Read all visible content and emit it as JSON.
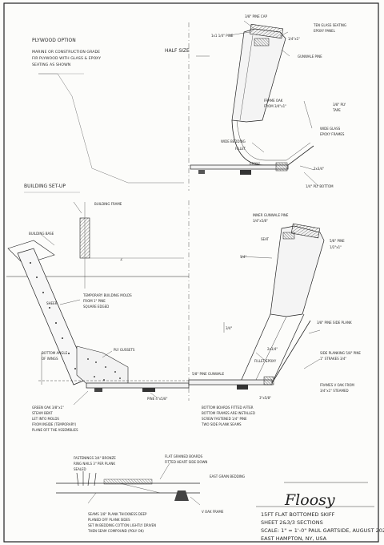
{
  "top": {
    "heading": "PLYWOOD OPTION",
    "note_1": "MARINE OR CONSTRUCTION GRADE",
    "note_2": "FIR PLYWOOD WITH GLASS & EPOXY",
    "note_3": "SEATING AS SHOWN",
    "half_size": "HALF SIZE",
    "callouts": {
      "pine_cap": "3/8\" PINE CAP",
      "ten_glass": "TEN GLASS SEATING",
      "ten_glass_2": "EPOXY PANEL",
      "pine_left": "1x1 1/4\" PINE",
      "ply_quarter": "1/4\"x1\"",
      "gunwale": "GUNWALE PINE",
      "frame_oak": "FRAME OAK",
      "frame_oak_2": "FROM 3/4\"x1\"",
      "ply_tape": "3/8\" PLY",
      "ply_tape_2": "TAPE",
      "wide_glass": "WIDE GLASS",
      "wide_glass_2": "EPOXY FRAMES",
      "wide_bedding": "WIDE BEDDING",
      "epoxy": "FILLET",
      "epoxy_2": "EPOXY",
      "size_chine": "2x3/4\"",
      "ply_bottom": "1/4\" PLY BOTTOM"
    }
  },
  "setup": {
    "heading": "BUILDING SET-UP",
    "building_frame": "BUILDING FRAME",
    "building_base": "BUILDING BASE",
    "x_mark": "∠",
    "temp_molds_1": "TEMPORARY BUILDING MOLDS",
    "temp_molds_2": "FROM 1\" PINE",
    "temp_molds_3": "SQUARE EDGED",
    "fit": "SHEER",
    "screws": "PLY GUSSETS",
    "bottom_1": "BOTTOM ANGLE",
    "bottom_2": "OF WINGS",
    "pine_bottom": "PINE 4\"x5/8\"",
    "green_oak_1": "GREEN OAK 3/8\"x1\"",
    "green_oak_2": "STEAM BENT",
    "green_oak_3": "LET INTO MOLDS",
    "green_oak_4": "FROM INSIDE (TEMPORARY)",
    "green_oak_5": "PLANE OFF THE ASSEMBLIES",
    "right": {
      "inner_pine": "INNER GUNWALE PINE",
      "inner_pine_2": "3/4\"x5/8\"",
      "seat": "SEAT",
      "ply_1": "5/8\" PINE",
      "ply_2": "1/2\"x1\"",
      "mark": "1/4\"",
      "plank": "3/8\" PINE SIDE PLANK",
      "dim": "3/4\"",
      "rail_1": "SIDE PLANKING 5/8\" PINE",
      "rail_2": "1\" STRAKES 3/4\"",
      "size": "2x3/4\"",
      "glue": "FILLET EPOXY",
      "frames_1": "FRAMES V OAK FROM",
      "frames_2": "3/4\"x1\" STEAMED",
      "pine_gunwale": "5/8\" PINE GUNWALE",
      "chine_dim": "3\"x5/8\"",
      "bottom_1": "BOTTOM BOARDS FITTED AFTER",
      "bottom_2": "BOTTOM FRAMES ARE INSTALLED",
      "bottom_3": "SCREW FASTENED 1/4\" PINE",
      "bottom_4": "TWO SIDE PLANK SEAMS"
    }
  },
  "scarf": {
    "fast_1": "FASTENINGS 3/4\" BRONZE",
    "fast_2": "RING NAILS 3\" PER PLANK",
    "fast_3": "SEALED",
    "flat_1": "FLAT GRAINED BOARDS",
    "flat_2": "FITTED HEART SIDE DOWN",
    "east_grain": "EAST GRAIN BEDDING",
    "vee_oak": "V OAK FRAME",
    "seams_1": "SEAMS 1/8\" PLANK THICKNESS DEEP",
    "seams_2": "PLANED OFF PLANK SIDES",
    "seams_3": "SET IN BEDDING COTTON LIGHTLY DRIVEN",
    "seams_4": "THEN SEAM COMPOUND (POLY OK)"
  },
  "title_block": {
    "name": "Floosy",
    "line_1": "15FT FLAT BOTTOMED SKIFF",
    "line_2": "SHEET 2&3/3 SECTIONS",
    "line_3": "SCALE: 1\" = 1'-0\"  PAUL GARTSIDE, AUGUST 2021",
    "line_4": "EAST HAMPTON, NY, USA"
  }
}
